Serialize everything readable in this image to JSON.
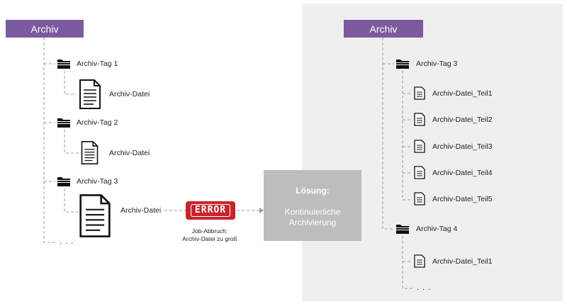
{
  "left": {
    "header": "Archiv",
    "tags": [
      {
        "label": "Archiv-Tag 1",
        "file": "Archiv-Datei"
      },
      {
        "label": "Archiv-Tag 2",
        "file": "Archiv-Datei"
      },
      {
        "label": "Archiv-Tag 3",
        "file": "Archiv-Datei"
      }
    ],
    "more": ". . ."
  },
  "error": {
    "badge": "ERROR",
    "note_line1": "Job-Abbruch:",
    "note_line2": "Archiv-Datei zu groß"
  },
  "solution": {
    "title": "Lösung:",
    "line1": "Kontinuierliche",
    "line2": "Archivierung"
  },
  "right": {
    "header": "Archiv",
    "tag3": {
      "label": "Archiv-Tag 3",
      "files": [
        "Archiv-Datei_Teil1",
        "Archiv-Datei_Teil2",
        "Archiv-Datei_Teil3",
        "Archiv-Datei_Teil4",
        "Archiv-Datei_Teil5"
      ]
    },
    "tag4": {
      "label": "Archiv-Tag 4",
      "files": [
        "Archiv-Datei_Teil1"
      ]
    },
    "more": ". . ."
  },
  "colors": {
    "header": "#7b5a9e",
    "error": "#c8242e",
    "solution": "#bdbdbd",
    "panel": "#efefef"
  },
  "icons": {
    "folder": "folder-stack-icon",
    "document": "document-icon"
  }
}
